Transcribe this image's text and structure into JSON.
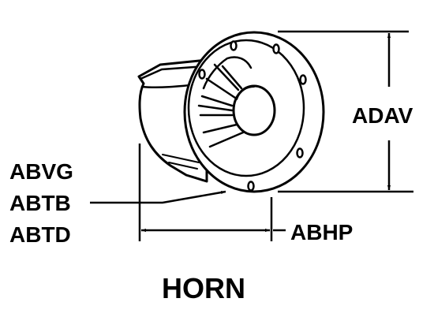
{
  "diagram": {
    "title": "HORN",
    "labels": {
      "height_dimension": "ADAV",
      "mount_code_1": "ABVG",
      "mount_code_2": "ABTB",
      "mount_code_3": "ABTD",
      "depth_dimension": "ABHP"
    },
    "colors": {
      "ink": "#000000",
      "paper": "#ffffff"
    }
  }
}
